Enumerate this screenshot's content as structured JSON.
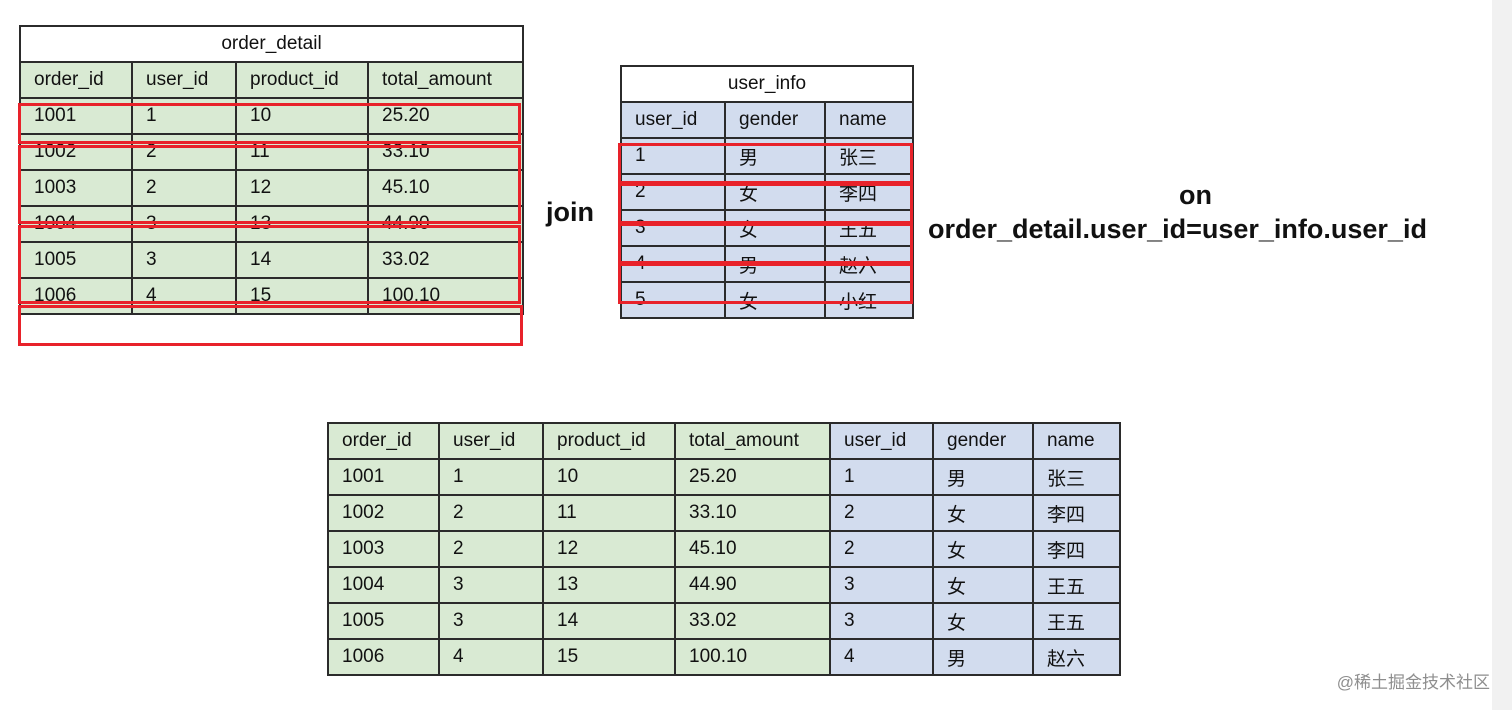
{
  "order_detail": {
    "title": "order_detail",
    "headers": [
      "order_id",
      "user_id",
      "product_id",
      "total_amount"
    ],
    "rows": [
      [
        "1001",
        "1",
        "10",
        "25.20"
      ],
      [
        "1002",
        "2",
        "11",
        "33.10"
      ],
      [
        "1003",
        "2",
        "12",
        "45.10"
      ],
      [
        "1004",
        "3",
        "13",
        "44.90"
      ],
      [
        "1005",
        "3",
        "14",
        "33.02"
      ],
      [
        "1006",
        "4",
        "15",
        "100.10"
      ]
    ]
  },
  "user_info": {
    "title": "user_info",
    "headers": [
      "user_id",
      "gender",
      "name"
    ],
    "rows": [
      [
        "1",
        "男",
        "张三"
      ],
      [
        "2",
        "女",
        "李四"
      ],
      [
        "3",
        "女",
        "王五"
      ],
      [
        "4",
        "男",
        "赵六"
      ],
      [
        "5",
        "女",
        "小红"
      ]
    ]
  },
  "join_label": "join",
  "on_label": "on",
  "condition": "order_detail.user_id=user_info.user_id",
  "result": {
    "headers": [
      "order_id",
      "user_id",
      "product_id",
      "total_amount",
      "user_id",
      "gender",
      "name"
    ],
    "rows": [
      [
        "1001",
        "1",
        "10",
        "25.20",
        "1",
        "男",
        "张三"
      ],
      [
        "1002",
        "2",
        "11",
        "33.10",
        "2",
        "女",
        "李四"
      ],
      [
        "1003",
        "2",
        "12",
        "45.10",
        "2",
        "女",
        "李四"
      ],
      [
        "1004",
        "3",
        "13",
        "44.90",
        "3",
        "女",
        "王五"
      ],
      [
        "1005",
        "3",
        "14",
        "33.02",
        "3",
        "女",
        "王五"
      ],
      [
        "1006",
        "4",
        "15",
        "100.10",
        "4",
        "男",
        "赵六"
      ]
    ]
  },
  "colors": {
    "left_cell": "#d9ead3",
    "right_cell": "#d2dcee",
    "highlight": "#e8222a",
    "border": "#2b2b2b"
  },
  "watermark": "@稀土掘金技术社区"
}
